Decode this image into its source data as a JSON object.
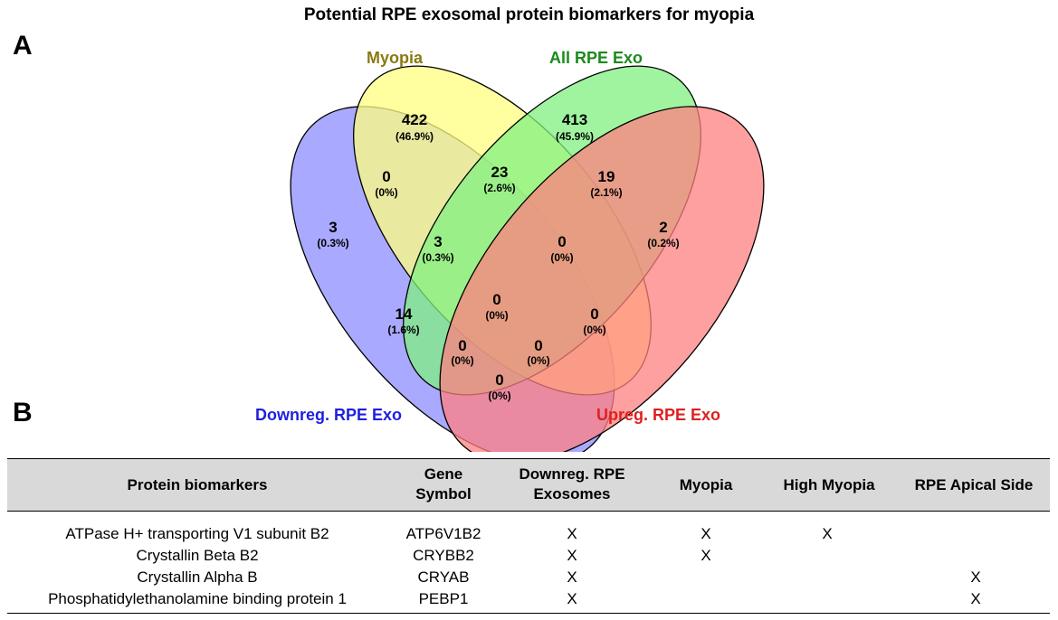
{
  "title": "Potential RPE exosomal protein biomarkers for myopia",
  "panels": {
    "a": "A",
    "b": "B"
  },
  "venn": {
    "sets": {
      "myopia": {
        "label": "Myopia",
        "color": "#ffff7a",
        "label_color": "#8a7a10"
      },
      "all_rpe_exo": {
        "label": "All RPE Exo",
        "color": "#7af27a",
        "label_color": "#1a8a1a"
      },
      "downreg": {
        "label": "Downreg. RPE Exo",
        "color": "#7878ff",
        "label_color": "#1f1fe0"
      },
      "upreg": {
        "label": "Upreg. RPE Exo",
        "color": "#ff7070",
        "label_color": "#e01f1f"
      }
    },
    "regions": [
      {
        "id": "myopia-only",
        "count": "422",
        "pct": "(46.9%)"
      },
      {
        "id": "allrpe-only",
        "count": "413",
        "pct": "(45.9%)"
      },
      {
        "id": "downreg-only",
        "count": "3",
        "pct": "(0.3%)"
      },
      {
        "id": "upreg-only",
        "count": "2",
        "pct": "(0.2%)"
      },
      {
        "id": "downreg-myopia",
        "count": "0",
        "pct": "(0%)"
      },
      {
        "id": "myopia-allrpe",
        "count": "23",
        "pct": "(2.6%)"
      },
      {
        "id": "allrpe-upreg",
        "count": "19",
        "pct": "(2.1%)"
      },
      {
        "id": "downreg-myopia-allrpe",
        "count": "3",
        "pct": "(0.3%)"
      },
      {
        "id": "myopia-allrpe-upreg",
        "count": "0",
        "pct": "(0%)"
      },
      {
        "id": "downreg-allrpe",
        "count": "14",
        "pct": "(1.6%)"
      },
      {
        "id": "all-four",
        "count": "0",
        "pct": "(0%)"
      },
      {
        "id": "myopia-upreg",
        "count": "0",
        "pct": "(0%)"
      },
      {
        "id": "downreg-allrpe-upreg",
        "count": "0",
        "pct": "(0%)"
      },
      {
        "id": "downreg-myopia-upreg",
        "count": "0",
        "pct": "(0%)"
      },
      {
        "id": "downreg-upreg",
        "count": "0",
        "pct": "(0%)"
      }
    ]
  },
  "table": {
    "headers": [
      "Protein biomarkers",
      "Gene Symbol",
      "Downreg. RPE Exosomes",
      "Myopia",
      "High Myopia",
      "RPE Apical Side"
    ],
    "rows": [
      {
        "protein": "ATPase H+ transporting V1 subunit B2",
        "gene": "ATP6V1B2",
        "downreg": "X",
        "myopia": "X",
        "high_myopia": "X",
        "apical": ""
      },
      {
        "protein": "Crystallin Beta B2",
        "gene": "CRYBB2",
        "downreg": "X",
        "myopia": "X",
        "high_myopia": "",
        "apical": ""
      },
      {
        "protein": "Crystallin Alpha B",
        "gene": "CRYAB",
        "downreg": "X",
        "myopia": "",
        "high_myopia": "",
        "apical": "X"
      },
      {
        "protein": "Phosphatidylethanolamine binding protein 1",
        "gene": "PEBP1",
        "downreg": "X",
        "myopia": "",
        "high_myopia": "",
        "apical": "X"
      }
    ]
  }
}
